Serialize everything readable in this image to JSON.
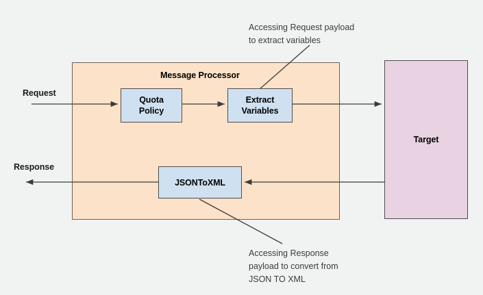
{
  "diagram": {
    "title_text": "Message Processor",
    "background_color": "#f1f2f2",
    "container": {
      "label": "Message Processor",
      "fill": "#fce2c8",
      "stroke": "#6f6256"
    },
    "nodes": [
      {
        "id": "quota-policy",
        "label_line1": "Quota",
        "label_line2": "Policy",
        "fill": "#cfe0f1",
        "stroke": "#4d4d4d"
      },
      {
        "id": "extract-variables",
        "label_line1": "Extract",
        "label_line2": "Variables",
        "fill": "#cfe0f1",
        "stroke": "#4d4d4d"
      },
      {
        "id": "jsontoxml",
        "label": "JSONToXML",
        "fill": "#cfe0f1",
        "stroke": "#4d4d4d"
      },
      {
        "id": "target",
        "label": "Target",
        "fill": "#e9d2e1",
        "stroke": "#4d4d4d"
      }
    ],
    "flow_labels": {
      "request": "Request",
      "response": "Response"
    },
    "annotations": [
      {
        "id": "request-annotation",
        "line1": "Accessing Request payload",
        "line2": "to extract variables"
      },
      {
        "id": "response-annotation",
        "line1": "Accessing Response",
        "line2": "payload to convert from",
        "line3": "JSON TO XML"
      }
    ]
  }
}
